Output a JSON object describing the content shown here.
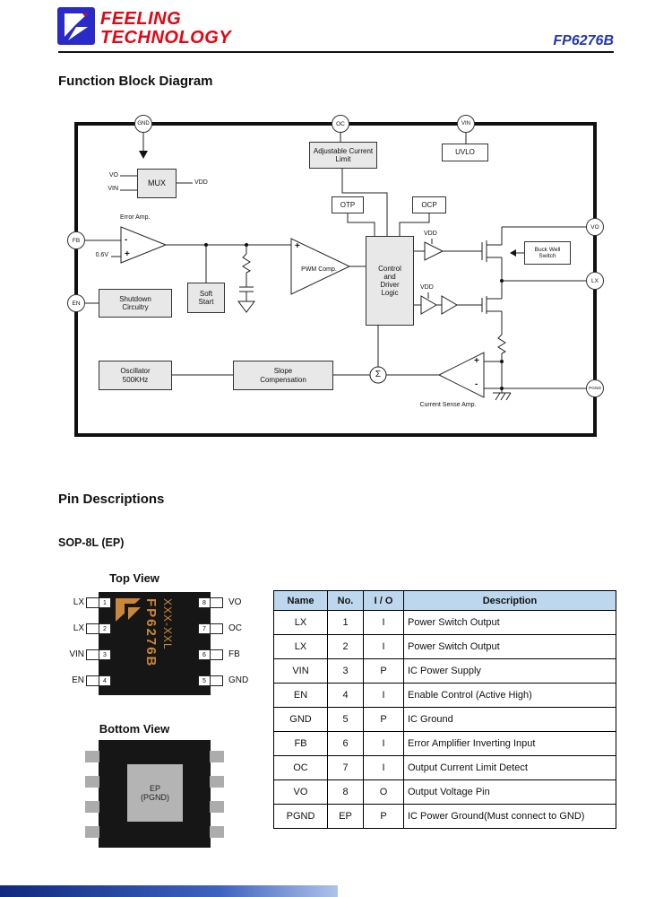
{
  "header": {
    "brand_line1": "FEELING",
    "brand_line2": "TECHNOLOGY",
    "part_number": "FP6276B"
  },
  "sections": {
    "block_diagram_title": "Function Block Diagram",
    "pin_desc_title": "Pin Descriptions",
    "package_name": "SOP-8L (EP)",
    "top_view_label": "Top View",
    "bottom_view_label": "Bottom View"
  },
  "diagram": {
    "pins": {
      "gnd": "GND",
      "oc": "OC",
      "vin": "VIN",
      "fb": "FB",
      "en": "EN",
      "vo": "VO",
      "lx": "LX",
      "pgnd": "PGND"
    },
    "blocks": {
      "adj_current_limit": "Adjustable Current Limit",
      "uvlo": "UVLO",
      "mux": "MUX",
      "otp": "OTP",
      "ocp": "OCP",
      "control_logic": "Control and Driver Logic",
      "shutdown": "Shutdown Circuitry",
      "soft_start": "Soft Start",
      "oscillator": "Oscillator 500KHz",
      "slope_comp": "Slope Compensation",
      "buck_well": "Buck Well Switch"
    },
    "labels": {
      "vo_in": "VO",
      "vin_in": "VIN",
      "vdd": "VDD",
      "error_amp": "Error Amp.",
      "vref": "0.6V",
      "pwm_comp": "PWM Comp.",
      "current_sense": "Current Sense Amp.",
      "sigma": "Σ",
      "plus": "+",
      "minus": "-"
    }
  },
  "package": {
    "top_view": {
      "left_pins": [
        {
          "no": "1",
          "label": "LX"
        },
        {
          "no": "2",
          "label": "LX"
        },
        {
          "no": "3",
          "label": "VIN"
        },
        {
          "no": "4",
          "label": "EN"
        }
      ],
      "right_pins": [
        {
          "no": "8",
          "label": "VO"
        },
        {
          "no": "7",
          "label": "OC"
        },
        {
          "no": "6",
          "label": "FB"
        },
        {
          "no": "5",
          "label": "GND"
        }
      ],
      "marking_line1": "FP6276B",
      "marking_line2": "XXX-XXL"
    },
    "bottom_view": {
      "pad_label": "EP (PGND)"
    }
  },
  "pin_table": {
    "headers": [
      "Name",
      "No.",
      "I / O",
      "Description"
    ],
    "rows": [
      [
        "LX",
        "1",
        "I",
        "Power Switch Output"
      ],
      [
        "LX",
        "2",
        "I",
        "Power Switch Output"
      ],
      [
        "VIN",
        "3",
        "P",
        "IC Power Supply"
      ],
      [
        "EN",
        "4",
        "I",
        "Enable Control (Active High)"
      ],
      [
        "GND",
        "5",
        "P",
        "IC Ground"
      ],
      [
        "FB",
        "6",
        "I",
        "Error Amplifier Inverting Input"
      ],
      [
        "OC",
        "7",
        "I",
        "Output Current Limit Detect"
      ],
      [
        "VO",
        "8",
        "O",
        "Output Voltage Pin"
      ],
      [
        "PGND",
        "EP",
        "P",
        "IC Power Ground(Must connect to GND)"
      ]
    ]
  },
  "colors": {
    "brand_red": "#E30613",
    "part_number_blue": "#2438A8",
    "table_header_bg": "#BDD7EE",
    "block_fill": "#E8E8E8",
    "chip_marking_orange": "#C9873B",
    "footer_blue": "#0F2A7E"
  }
}
